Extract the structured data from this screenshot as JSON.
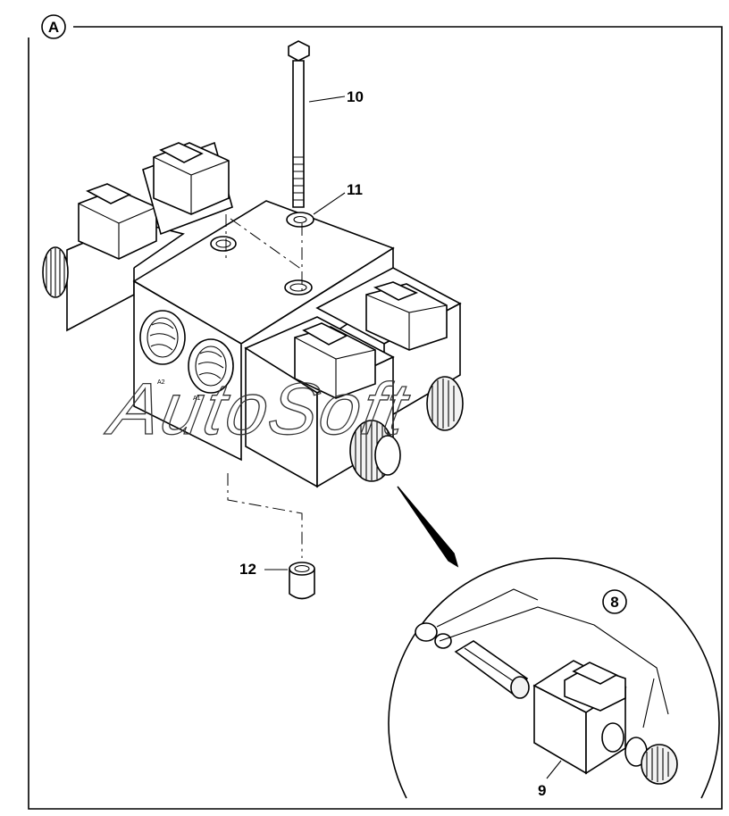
{
  "view": {
    "letter": "A"
  },
  "callouts": {
    "bolt": "10",
    "washer": "11",
    "fitting": "12",
    "seal_kit": "8",
    "coil": "9"
  },
  "port_labels": {
    "a2": "A2",
    "a1": "A1"
  },
  "watermark": {
    "text": "AutoSoft"
  }
}
